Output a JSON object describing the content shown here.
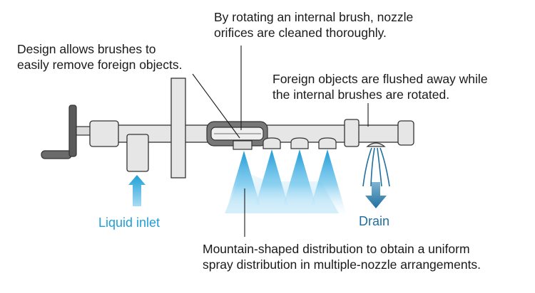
{
  "annotations": {
    "brush_rotation": [
      "By rotating an internal brush, nozzle",
      "orifices are cleaned thoroughly."
    ],
    "foreign_removal": [
      "Design allows brushes to",
      "easily remove foreign objects."
    ],
    "flushed": [
      "Foreign objects are flushed away while",
      "the internal brushes are rotated."
    ],
    "liquid_inlet": "Liquid inlet",
    "drain": "Drain",
    "distribution": [
      "Mountain-shaped distribution to obtain a uniform",
      "spray distribution in multiple-nozzle arrangements."
    ]
  },
  "colors": {
    "spray": "#1e9ad6",
    "inlet_arrow": "#28a6e0",
    "drain_arrow": "#1f6fa0",
    "body_fill": "#e6e6e6",
    "outline": "#333333"
  }
}
